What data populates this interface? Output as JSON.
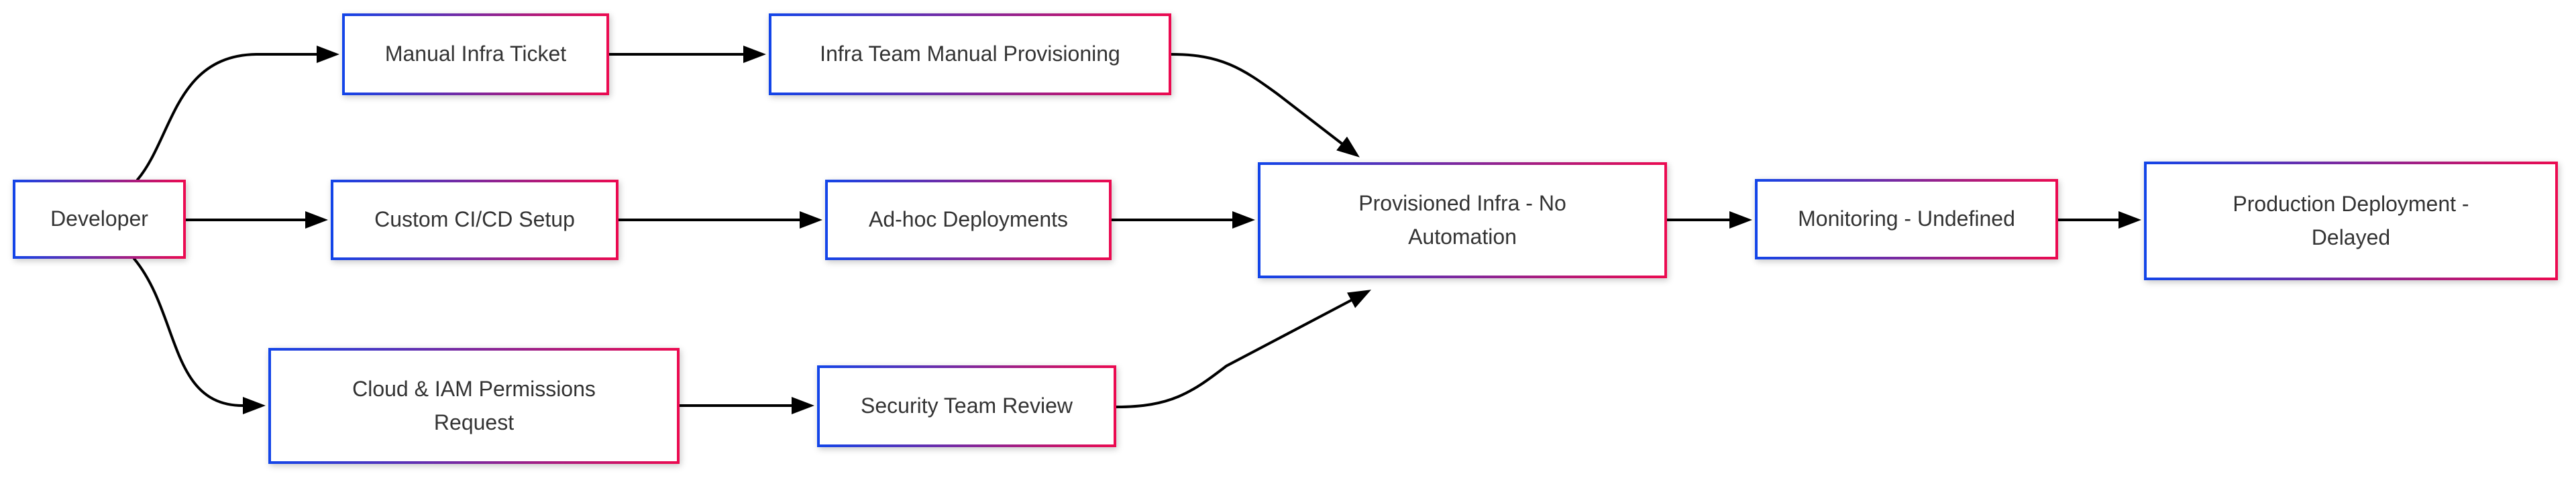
{
  "diagram": {
    "type": "flowchart",
    "direction": "left-to-right",
    "nodes": {
      "developer": {
        "label": "Developer"
      },
      "manual_infra_ticket": {
        "label": "Manual Infra Ticket"
      },
      "infra_team_manual_provisioning": {
        "label": "Infra Team Manual Provisioning"
      },
      "custom_cicd_setup": {
        "label": "Custom CI/CD Setup"
      },
      "adhoc_deployments": {
        "label": "Ad-hoc Deployments"
      },
      "cloud_iam_permissions_request": {
        "label": "Cloud & IAM Permissions\nRequest"
      },
      "security_team_review": {
        "label": "Security Team Review"
      },
      "provisioned_infra_no_automation": {
        "label": "Provisioned Infra - No\nAutomation"
      },
      "monitoring_undefined": {
        "label": "Monitoring - Undefined"
      },
      "production_deployment_delayed": {
        "label": "Production Deployment -\nDelayed"
      }
    },
    "edges": [
      {
        "from": "developer",
        "to": "manual_infra_ticket"
      },
      {
        "from": "developer",
        "to": "custom_cicd_setup"
      },
      {
        "from": "developer",
        "to": "cloud_iam_permissions_request"
      },
      {
        "from": "manual_infra_ticket",
        "to": "infra_team_manual_provisioning"
      },
      {
        "from": "custom_cicd_setup",
        "to": "adhoc_deployments"
      },
      {
        "from": "cloud_iam_permissions_request",
        "to": "security_team_review"
      },
      {
        "from": "infra_team_manual_provisioning",
        "to": "provisioned_infra_no_automation"
      },
      {
        "from": "adhoc_deployments",
        "to": "provisioned_infra_no_automation"
      },
      {
        "from": "security_team_review",
        "to": "provisioned_infra_no_automation"
      },
      {
        "from": "provisioned_infra_no_automation",
        "to": "monitoring_undefined"
      },
      {
        "from": "monitoring_undefined",
        "to": "production_deployment_delayed"
      }
    ],
    "colors": {
      "border_gradient_start": "#1245e9",
      "border_gradient_end": "#ec0a50",
      "edge": "#000000",
      "text": "#333333",
      "node_background": "#ffffff",
      "page_background": "#ffffff"
    }
  }
}
